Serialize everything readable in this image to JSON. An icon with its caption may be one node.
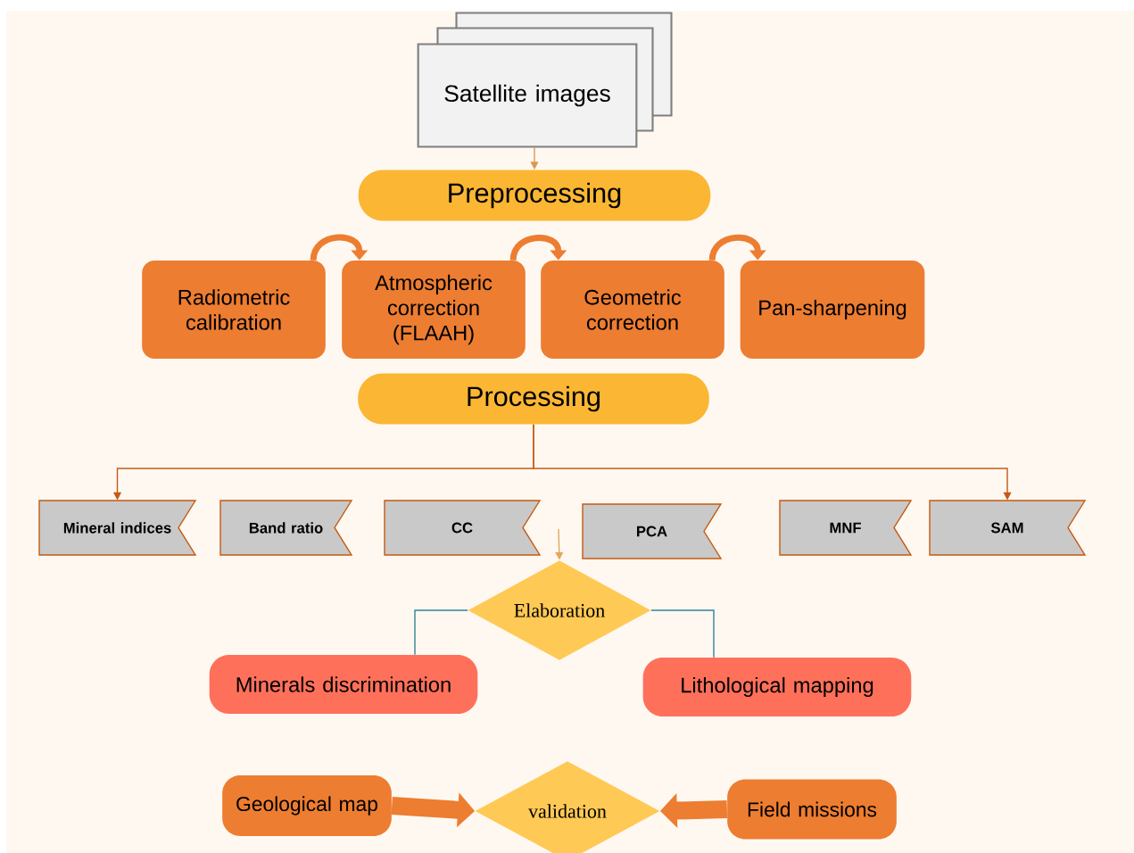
{
  "diagram": {
    "nodes": [
      {
        "text": [
          "Satellite images"
        ]
      },
      {
        "text": [
          "Preprocessing"
        ]
      },
      {
        "text": [
          "Radiometric calibration"
        ]
      },
      {
        "text": [
          "Atmospheric correction (FLAAH)"
        ]
      },
      {
        "text": [
          "Geometric correction"
        ]
      },
      {
        "text": [
          "Pan-sharpening"
        ]
      },
      {
        "text": [
          "Processing"
        ]
      },
      {
        "text": [
          "Mineral indices"
        ]
      },
      {
        "text": [
          "Band ratio"
        ]
      },
      {
        "text": [
          "CC"
        ]
      },
      {
        "text": [
          "PCA"
        ]
      },
      {
        "text": [
          "MNF"
        ]
      },
      {
        "text": [
          "SAM"
        ]
      },
      {
        "text": [
          "Elaboration"
        ]
      },
      {
        "text": [
          "Minerals discrimination"
        ]
      },
      {
        "text": [
          "Lithological mapping"
        ]
      },
      {
        "text": [
          "Geological map"
        ]
      },
      {
        "text": [
          "validation"
        ]
      },
      {
        "text": [
          "Field missions"
        ]
      }
    ],
    "edges": [
      {
        "from": 0,
        "to": 1,
        "arrow": "to",
        "color": "#d99a4e"
      },
      {
        "from": 2,
        "to": 3,
        "arrow": "to",
        "style": "thick"
      },
      {
        "from": 3,
        "to": 4,
        "arrow": "to",
        "style": "thick"
      },
      {
        "from": 4,
        "to": 5,
        "arrow": "to",
        "style": "thick"
      },
      {
        "from": 6,
        "to": 7,
        "arrow": "to",
        "color": "#c55a11"
      },
      {
        "from": 6,
        "to": 12,
        "arrow": "to",
        "color": "#c55a11"
      },
      {
        "from": null,
        "to": 13,
        "arrow": "to",
        "color": "#e4a85c"
      },
      {
        "from": 13,
        "to": 14,
        "arrow": "none",
        "color": "#31849b"
      },
      {
        "from": 13,
        "to": 15,
        "arrow": "none",
        "color": "#31849b"
      },
      {
        "from": 16,
        "to": 17,
        "arrow": "to",
        "style": "thick"
      },
      {
        "from": 18,
        "to": 17,
        "arrow": "to",
        "style": "thick"
      }
    ]
  }
}
